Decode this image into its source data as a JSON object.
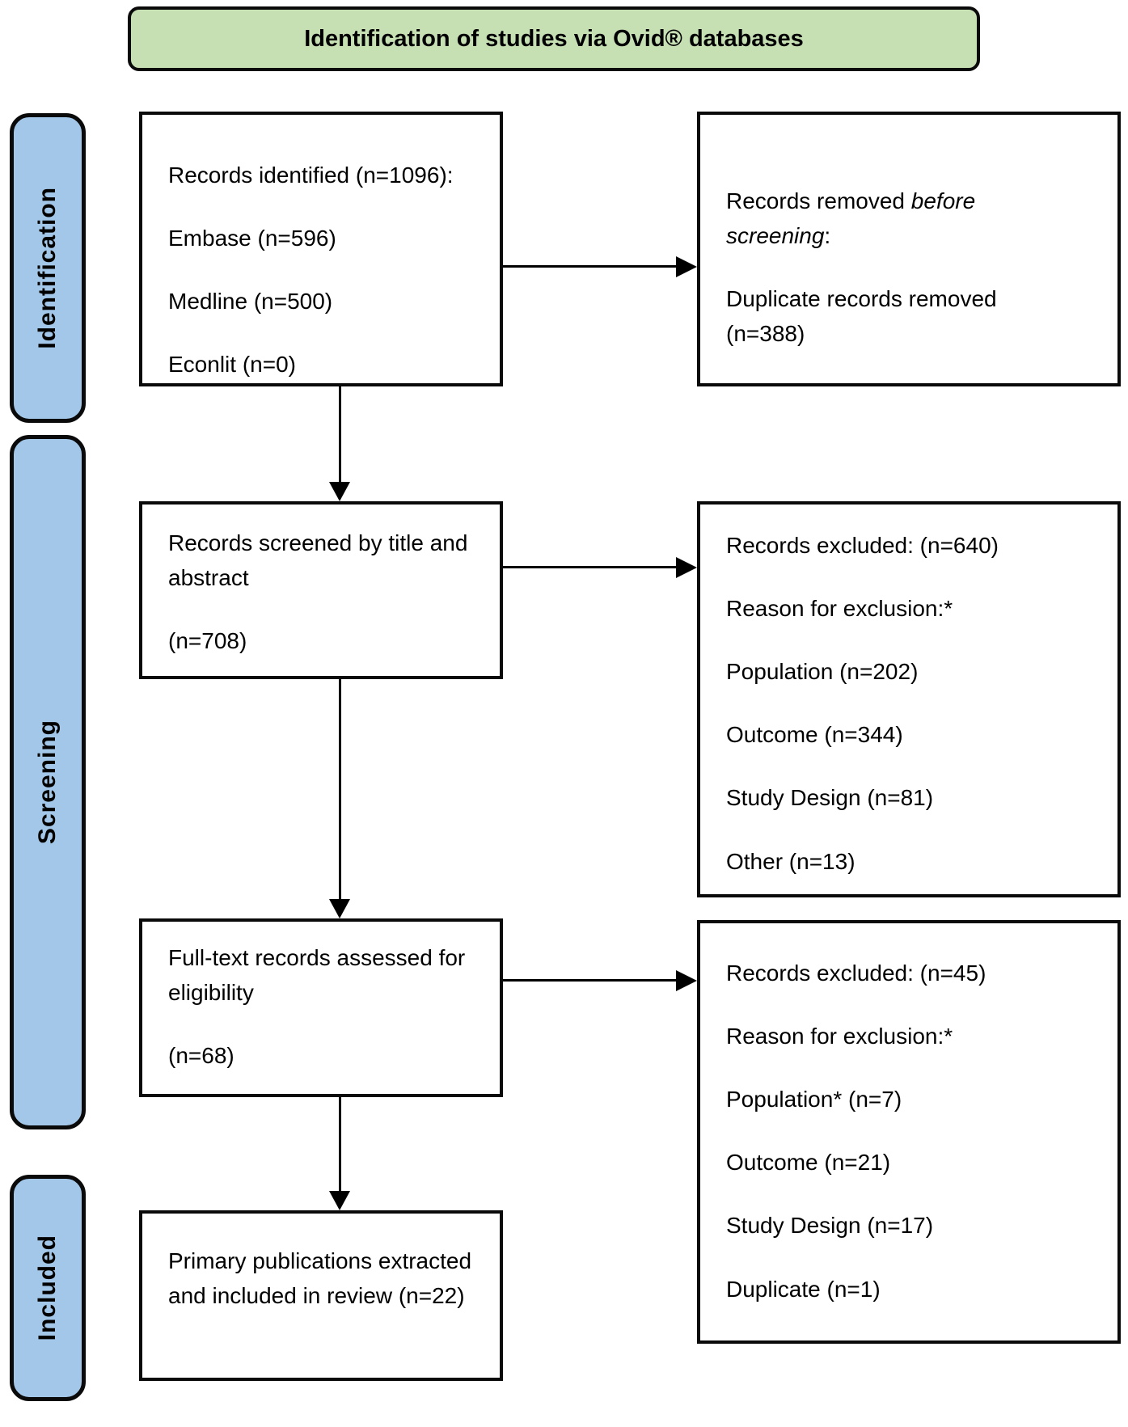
{
  "title": "Identification of studies via Ovid® databases",
  "sidebar": {
    "identification": "Identification",
    "screening": "Screening",
    "included": "Included"
  },
  "boxes": {
    "records_identified": {
      "lines": [
        "Records identified (n=1096):",
        "Embase (n=596)",
        "Medline (n=500)",
        "Econlit (n=0)"
      ]
    },
    "records_removed": {
      "prefix": "Records removed ",
      "italic": "before screening",
      "suffix": ":",
      "detail": "Duplicate records removed (n=388)"
    },
    "records_screened": {
      "lines": [
        "Records screened by title and abstract",
        "(n=708)"
      ]
    },
    "records_excluded_screening": {
      "lines": [
        "Records excluded: (n=640)",
        "Reason for exclusion:*",
        "Population (n=202)",
        "Outcome (n=344)",
        "Study Design (n=81)",
        "Other (n=13)"
      ]
    },
    "fulltext_assessed": {
      "lines": [
        "Full-text records assessed for eligibility",
        "(n=68)"
      ]
    },
    "records_excluded_fulltext": {
      "lines": [
        "Records excluded: (n=45)",
        "Reason for exclusion:*",
        "Population* (n=7)",
        "Outcome (n=21)",
        "Study Design (n=17)",
        "Duplicate (n=1)"
      ]
    },
    "included_publications": {
      "lines": [
        "Primary publications extracted and included in review (n=22)"
      ]
    }
  },
  "colors": {
    "title_fill": "#C6E0B4",
    "stage_fill": "#A3C7E8",
    "border": "#0a0a0a"
  }
}
